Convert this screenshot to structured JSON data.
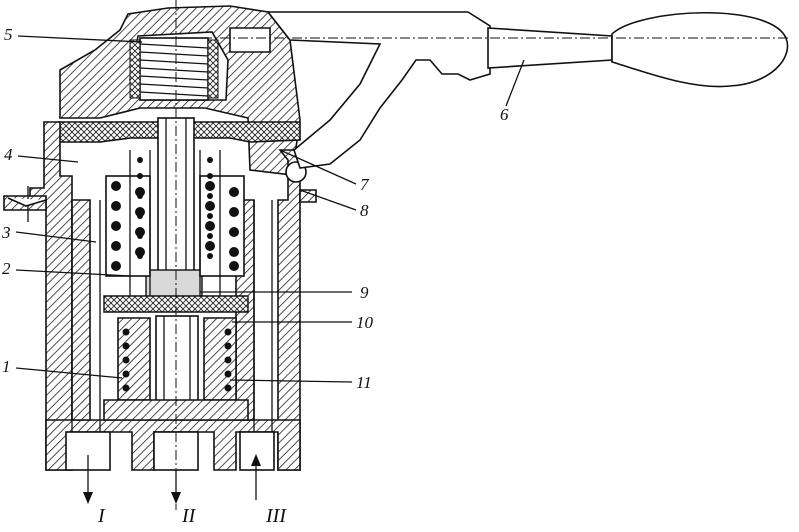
{
  "labels": {
    "l1": "1",
    "l2": "2",
    "l3": "3",
    "l4": "4",
    "l5": "5",
    "l6": "6",
    "l7": "7",
    "l8": "8",
    "l9": "9",
    "l10": "10",
    "l11": "11"
  },
  "ports": {
    "p1": "I",
    "p2": "II",
    "p3": "III"
  }
}
